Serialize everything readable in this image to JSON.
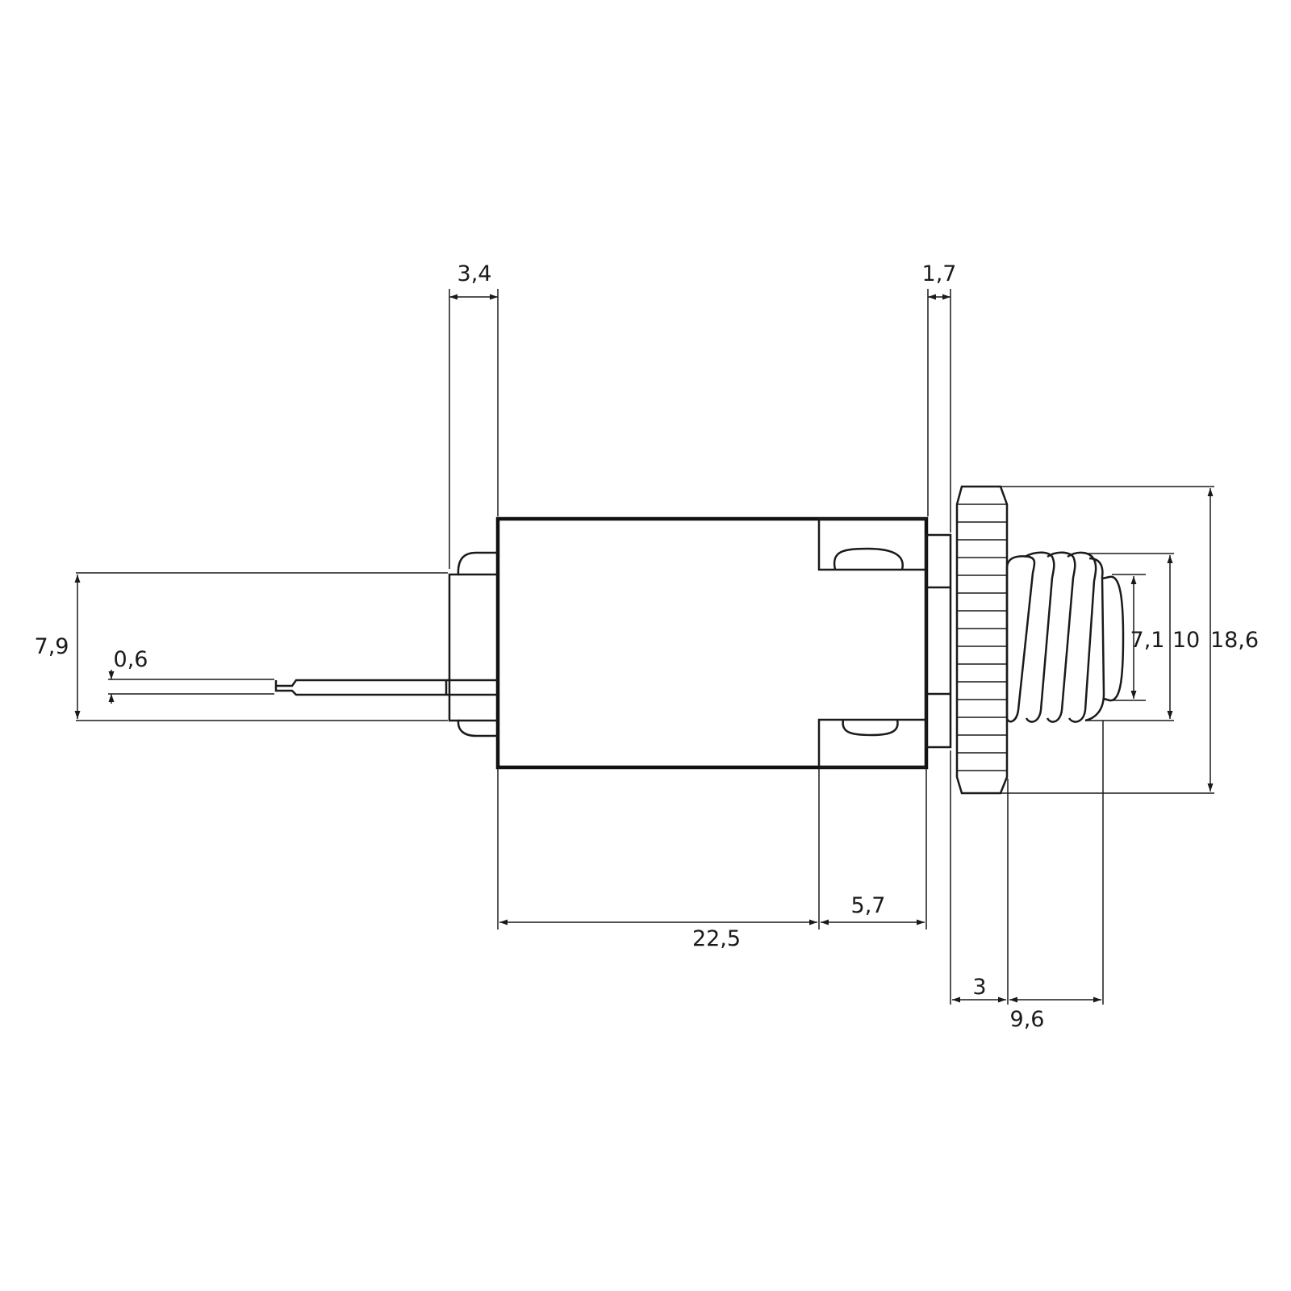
{
  "dimensions": {
    "d_3_4": "3,4",
    "d_1_7": "1,7",
    "d_7_9": "7,9",
    "d_0_6": "0,6",
    "d_7_1": "7,1",
    "d_10": "10",
    "d_18_6": "18,6",
    "d_22_5": "22,5",
    "d_5_7": "5,7",
    "d_3": "3",
    "d_9_6": "9,6"
  }
}
